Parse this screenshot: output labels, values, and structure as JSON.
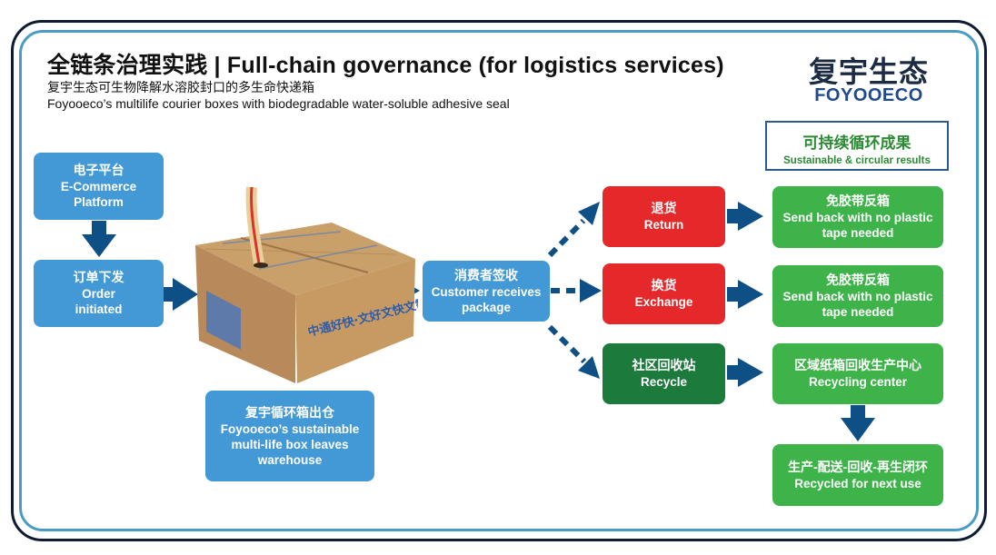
{
  "header": {
    "title": "全链条治理实践  | Full-chain governance (for logistics services)",
    "subtitle_cn": "复宇生态可生物降解水溶胶封口的多生命快递箱",
    "subtitle_en": "Foyooeco’s multilife courier boxes with biodegradable water-soluble adhesive seal"
  },
  "logo": {
    "cn": "复宇生态",
    "en": "FOYOOECO"
  },
  "results_label": {
    "cn": "可持续循环成果",
    "en": "Sustainable & circular results"
  },
  "colors": {
    "blue": "#4399d6",
    "red": "#e5282a",
    "dark_green": "#1c7a3c",
    "light_green": "#3db34a",
    "arrow": "#0e4f86",
    "frame": "#0f1a33",
    "inner_frame": "#4a9cc4"
  },
  "nodes": {
    "ecommerce": {
      "cn": "电子平台",
      "en": "E-Commerce Platform"
    },
    "order": {
      "cn": "订单下发",
      "en": "Order initiated"
    },
    "box_image": {
      "alt": "Corrugated multi-life courier box with pull-tab seal strip"
    },
    "warehouse": {
      "cn": "复宇循环箱出仓",
      "en": "Foyooeco’s sustainable multi-life box leaves warehouse"
    },
    "customer": {
      "cn": "消费者签收",
      "en": "Customer receives package"
    },
    "return": {
      "cn": "退货",
      "en": "Return"
    },
    "exchange": {
      "cn": "换货",
      "en": "Exchange"
    },
    "recycle": {
      "cn": "社区回收站",
      "en": "Recycle"
    },
    "sendback1": {
      "cn": "免胶带反箱",
      "en": "Send back with no plastic tape needed"
    },
    "sendback2": {
      "cn": "免胶带反箱",
      "en": "Send back with no plastic tape needed"
    },
    "center": {
      "cn": "区域纸箱回收生产中心",
      "en": "Recycling center"
    },
    "closed_loop": {
      "cn": "生产-配送-回收-再生闭环",
      "en": "Recycled for next use"
    }
  }
}
